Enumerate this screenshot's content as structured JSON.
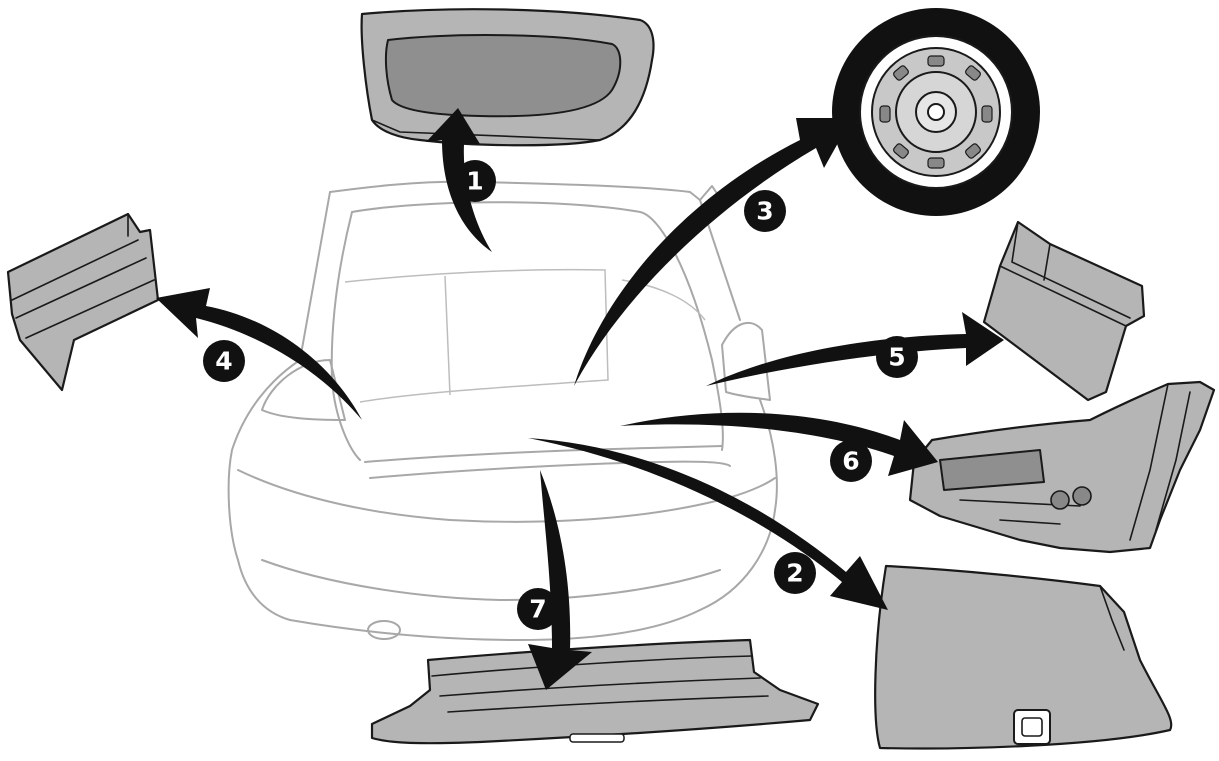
{
  "callouts": [
    {
      "number": "1"
    },
    {
      "number": "2"
    },
    {
      "number": "3"
    },
    {
      "number": "4"
    },
    {
      "number": "5"
    },
    {
      "number": "6"
    },
    {
      "number": "7"
    }
  ],
  "colors": {
    "part_fill": "#b5b5b5",
    "outline": "#1a1a1a",
    "arrow": "#111111",
    "car_outline": "#a8a8a8",
    "background": "#ffffff"
  },
  "icons": [
    "car-rear-outline",
    "parcel-shelf",
    "spare-wheel",
    "side-trim-left",
    "side-trim-right",
    "tool-tray",
    "loading-sill-trim",
    "boot-floor-panel"
  ]
}
